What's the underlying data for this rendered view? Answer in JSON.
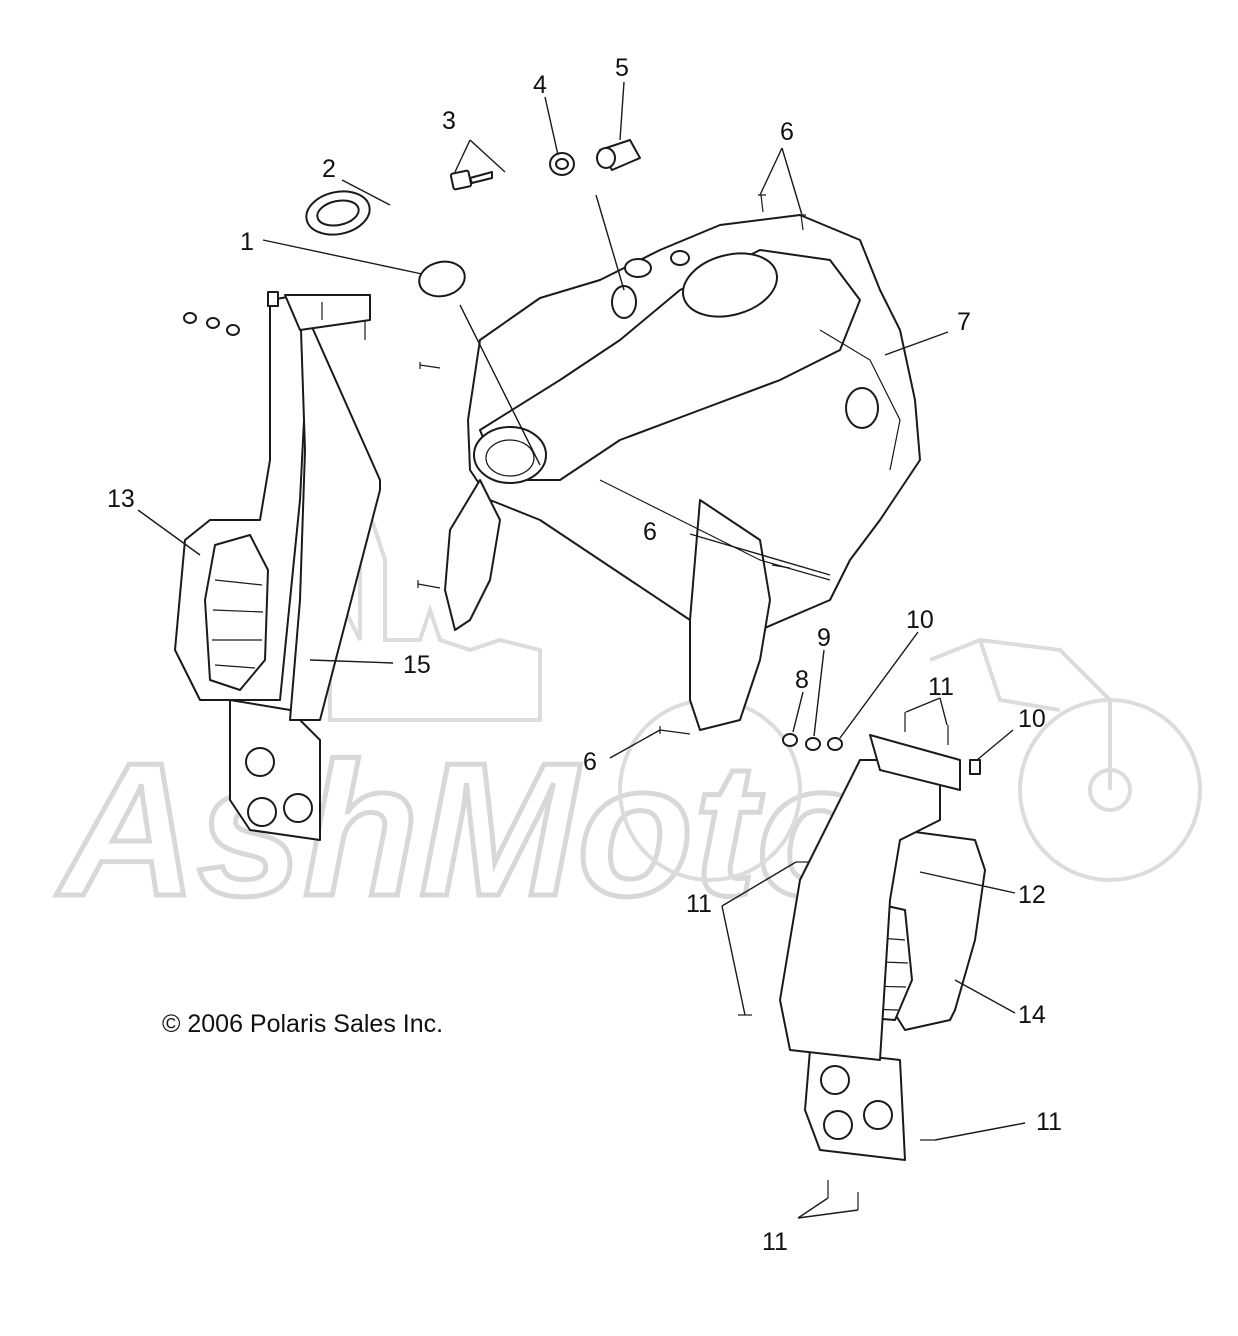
{
  "diagram": {
    "copyright": "© 2006 Polaris Sales Inc.",
    "watermark": "AshMoto",
    "callouts": [
      {
        "id": "c1",
        "label": "1"
      },
      {
        "id": "c2",
        "label": "2"
      },
      {
        "id": "c3",
        "label": "3"
      },
      {
        "id": "c4",
        "label": "4"
      },
      {
        "id": "c5",
        "label": "5"
      },
      {
        "id": "c6a",
        "label": "6"
      },
      {
        "id": "c6b",
        "label": "6"
      },
      {
        "id": "c6c",
        "label": "6"
      },
      {
        "id": "c7",
        "label": "7"
      },
      {
        "id": "c8",
        "label": "8"
      },
      {
        "id": "c9",
        "label": "9"
      },
      {
        "id": "c10a",
        "label": "10"
      },
      {
        "id": "c10b",
        "label": "10"
      },
      {
        "id": "c11a",
        "label": "11"
      },
      {
        "id": "c11b",
        "label": "11"
      },
      {
        "id": "c11c",
        "label": "11"
      },
      {
        "id": "c11d",
        "label": "11"
      },
      {
        "id": "c12",
        "label": "12"
      },
      {
        "id": "c13",
        "label": "13"
      },
      {
        "id": "c14",
        "label": "14"
      },
      {
        "id": "c15",
        "label": "15"
      }
    ]
  }
}
